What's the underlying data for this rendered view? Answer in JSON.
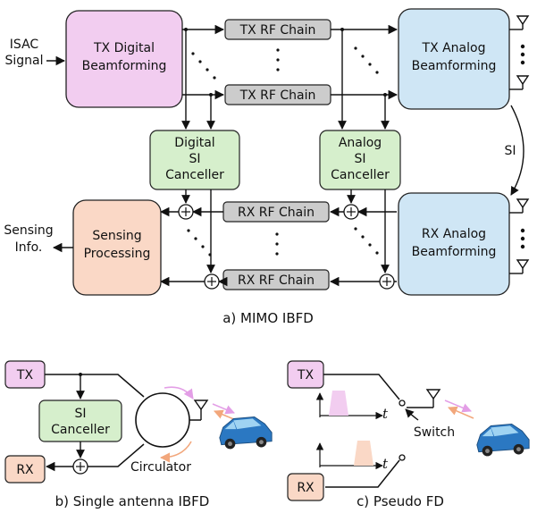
{
  "colors": {
    "tx_digital": "#f2cdf0",
    "analog": "#cfe6f5",
    "canceller": "#d6efcc",
    "sensing": "#fad8c6",
    "rf_chain": "#cccccc",
    "car": "#2b78c2",
    "pink_arrow": "#e39ee6",
    "orange_arrow": "#f2a77c"
  },
  "panel_a": {
    "input_label_1": "ISAC",
    "input_label_2": "Signal",
    "tx_digital_1": "TX Digital",
    "tx_digital_2": "Beamforming",
    "tx_rf_chain_top": "TX RF Chain",
    "tx_rf_chain_bottom": "TX RF Chain",
    "tx_analog_1": "TX Analog",
    "tx_analog_2": "Beamforming",
    "si_label": "SI",
    "digital_canceller_1": "Digital",
    "digital_canceller_2": "SI",
    "digital_canceller_3": "Canceller",
    "analog_canceller_1": "Analog",
    "analog_canceller_2": "SI",
    "analog_canceller_3": "Canceller",
    "rx_rf_chain_top": "RX RF Chain",
    "rx_rf_chain_bottom": "RX RF Chain",
    "rx_analog_1": "RX Analog",
    "rx_analog_2": "Beamforming",
    "sensing_1": "Sensing",
    "sensing_2": "Processing",
    "output_label_1": "Sensing",
    "output_label_2": "Info.",
    "caption": "a) MIMO IBFD"
  },
  "panel_b": {
    "tx": "TX",
    "rx": "RX",
    "canceller_1": "SI",
    "canceller_2": "Canceller",
    "circulator": "Circulator",
    "caption": "b) Single antenna IBFD"
  },
  "panel_c": {
    "tx": "TX",
    "rx": "RX",
    "axis_t_top": "t",
    "axis_t_bottom": "t",
    "switch": "Switch",
    "caption": "c) Pseudo FD"
  }
}
